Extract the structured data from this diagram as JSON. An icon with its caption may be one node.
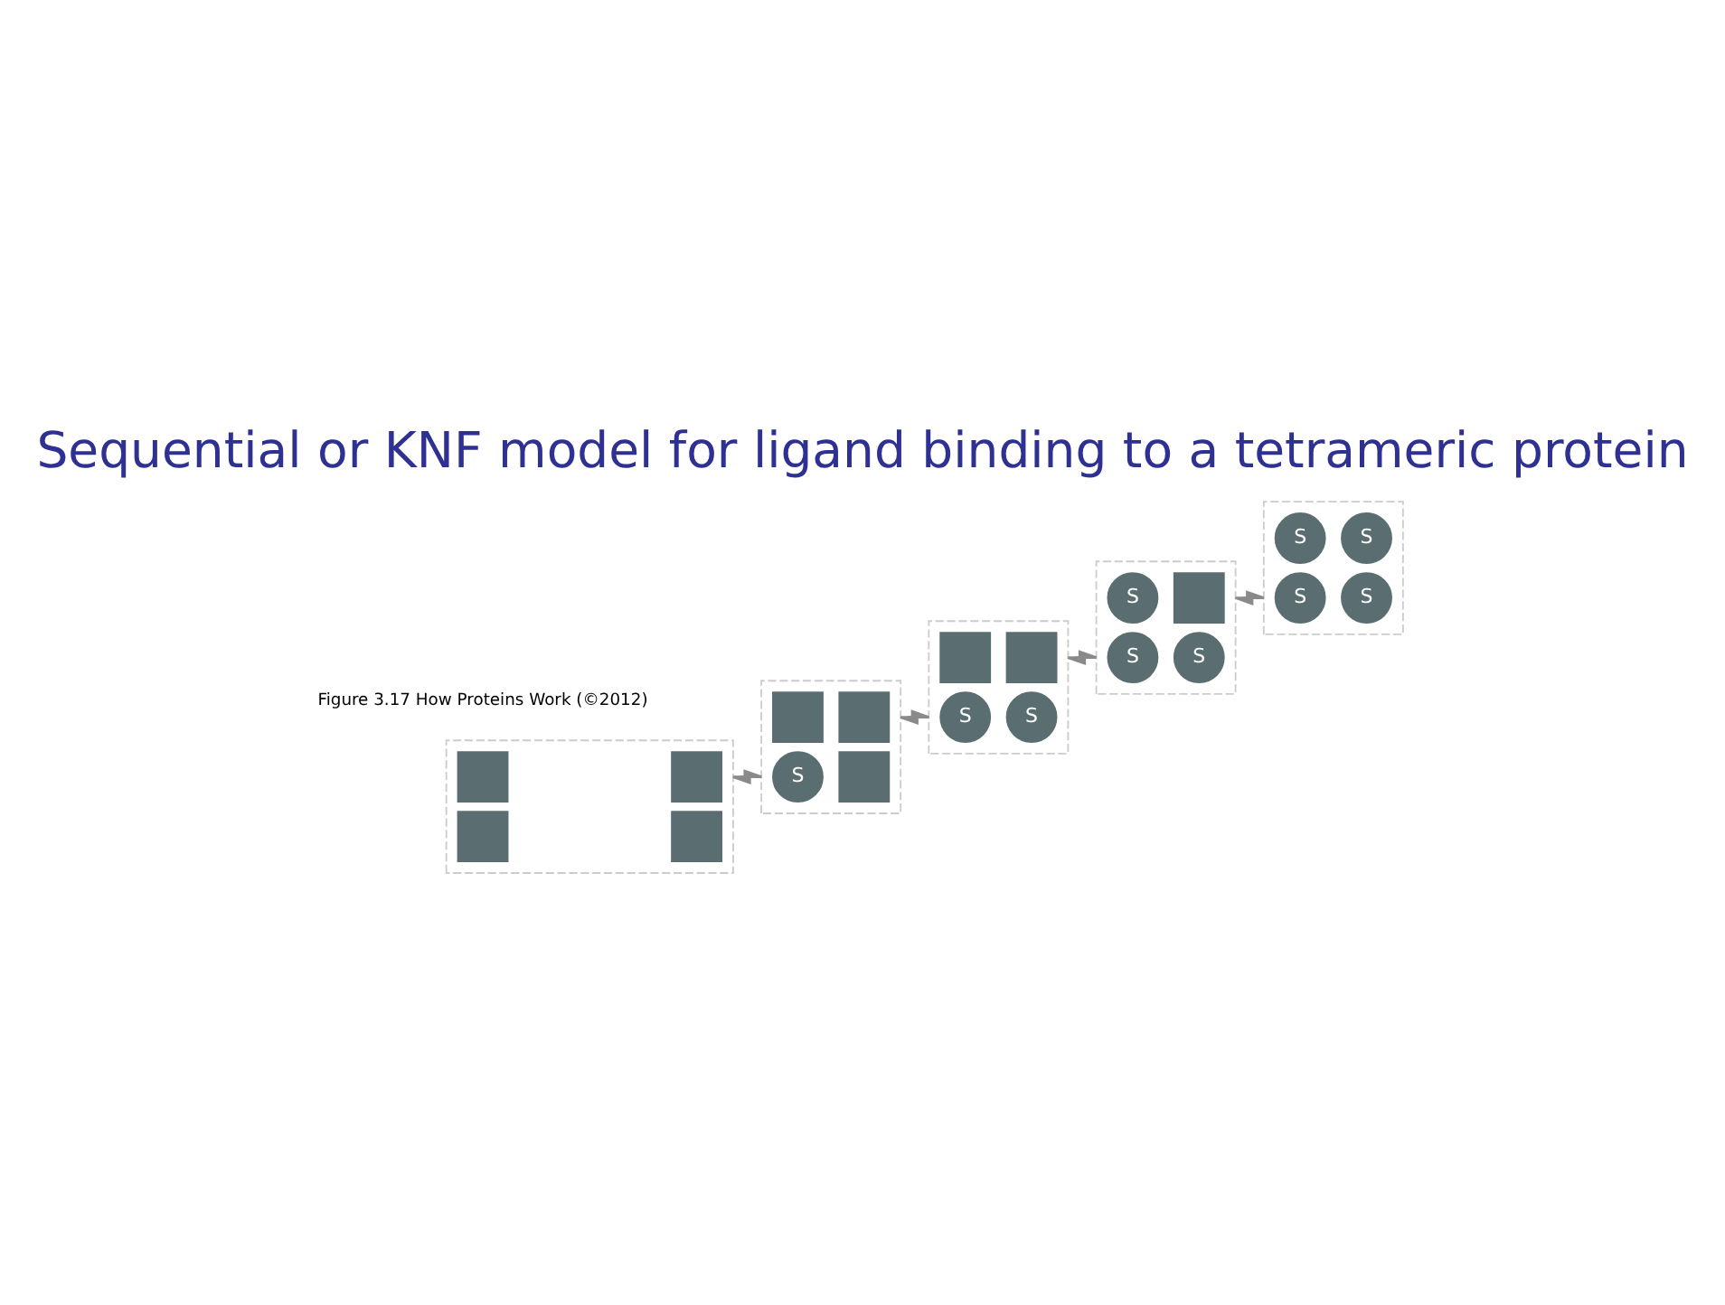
{
  "diagram": {
    "title": "Sequential or KNF model for ligand binding to a tetrameric protein",
    "caption": "Figure 3.17 How Proteins Work (©2012)",
    "nodes": [
      {
        "text": [],
        "shape": "box"
      },
      {
        "text": [],
        "shape": "box",
        "in": 0
      },
      {
        "text": [],
        "shape": "box",
        "in": 0
      },
      {
        "text": [],
        "shape": "box",
        "in": 0
      },
      {
        "text": [],
        "shape": "box",
        "in": 0
      },
      {
        "text": [],
        "shape": "box"
      },
      {
        "text": [
          "S"
        ],
        "in": 5
      },
      {
        "text": [],
        "shape": "box",
        "in": 5
      },
      {
        "text": [],
        "shape": "box",
        "in": 5
      },
      {
        "text": [],
        "shape": "box",
        "in": 5
      },
      {
        "text": [],
        "shape": "box"
      },
      {
        "text": [
          "S"
        ],
        "in": 10
      },
      {
        "text": [
          "S"
        ],
        "in": 10
      },
      {
        "text": [],
        "shape": "box",
        "in": 10
      },
      {
        "text": [],
        "shape": "box",
        "in": 10
      },
      {
        "text": [],
        "shape": "box"
      },
      {
        "text": [
          "S"
        ],
        "in": 15
      },
      {
        "text": [
          "S"
        ],
        "in": 15
      },
      {
        "text": [
          "S"
        ],
        "in": 15
      },
      {
        "text": [],
        "shape": "box",
        "in": 15
      },
      {
        "text": [],
        "shape": "box"
      },
      {
        "text": [
          "S"
        ],
        "in": 20
      },
      {
        "text": [
          "S"
        ],
        "in": 20
      },
      {
        "text": [
          "S"
        ],
        "in": 20
      },
      {
        "text": [
          "S"
        ],
        "in": 20
      }
    ],
    "edges": [
      {
        "from": 0,
        "to": 5,
        "arrow": "both"
      },
      {
        "from": 5,
        "to": 10,
        "arrow": "both"
      },
      {
        "from": 10,
        "to": 15,
        "arrow": "both"
      },
      {
        "from": 15,
        "to": 20,
        "arrow": "both"
      }
    ]
  }
}
